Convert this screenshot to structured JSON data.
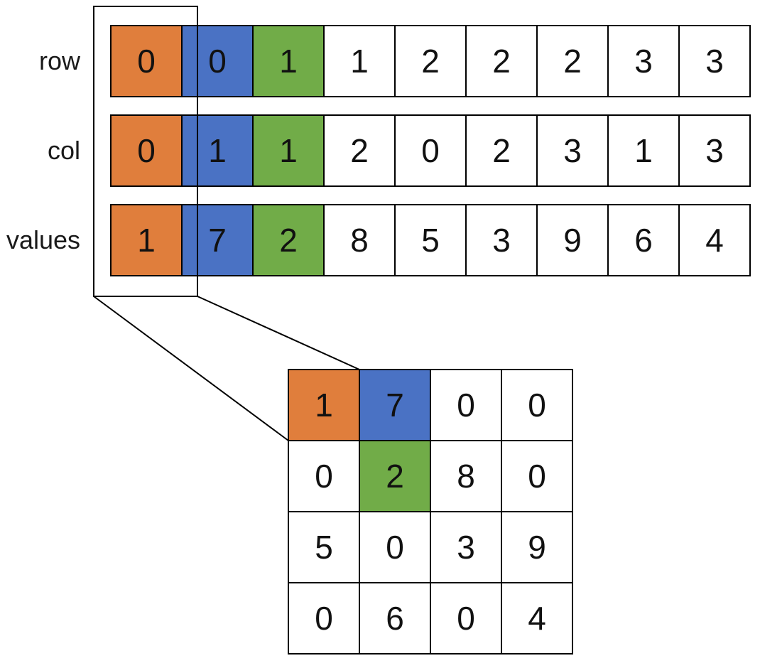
{
  "labels": {
    "row": "row",
    "col": "col",
    "values": "values"
  },
  "arrays": {
    "row": [
      "0",
      "0",
      "1",
      "1",
      "2",
      "2",
      "2",
      "3",
      "3"
    ],
    "col": [
      "0",
      "1",
      "1",
      "2",
      "0",
      "2",
      "3",
      "1",
      "3"
    ],
    "values": [
      "1",
      "7",
      "2",
      "8",
      "5",
      "3",
      "9",
      "6",
      "4"
    ]
  },
  "matrix": [
    [
      "1",
      "7",
      "0",
      "0"
    ],
    [
      "0",
      "2",
      "8",
      "0"
    ],
    [
      "5",
      "0",
      "3",
      "9"
    ],
    [
      "0",
      "6",
      "0",
      "4"
    ]
  ],
  "colors": {
    "orange": "#E07E3C",
    "blue": "#4A72C4",
    "green": "#71AC48",
    "border": "#000000"
  },
  "highlights": {
    "array_index_colors": [
      "orange",
      "blue",
      "green"
    ],
    "matrix_cells": [
      {
        "row": 0,
        "col": 0,
        "color": "orange"
      },
      {
        "row": 0,
        "col": 1,
        "color": "blue"
      },
      {
        "row": 1,
        "col": 1,
        "color": "green"
      }
    ]
  }
}
